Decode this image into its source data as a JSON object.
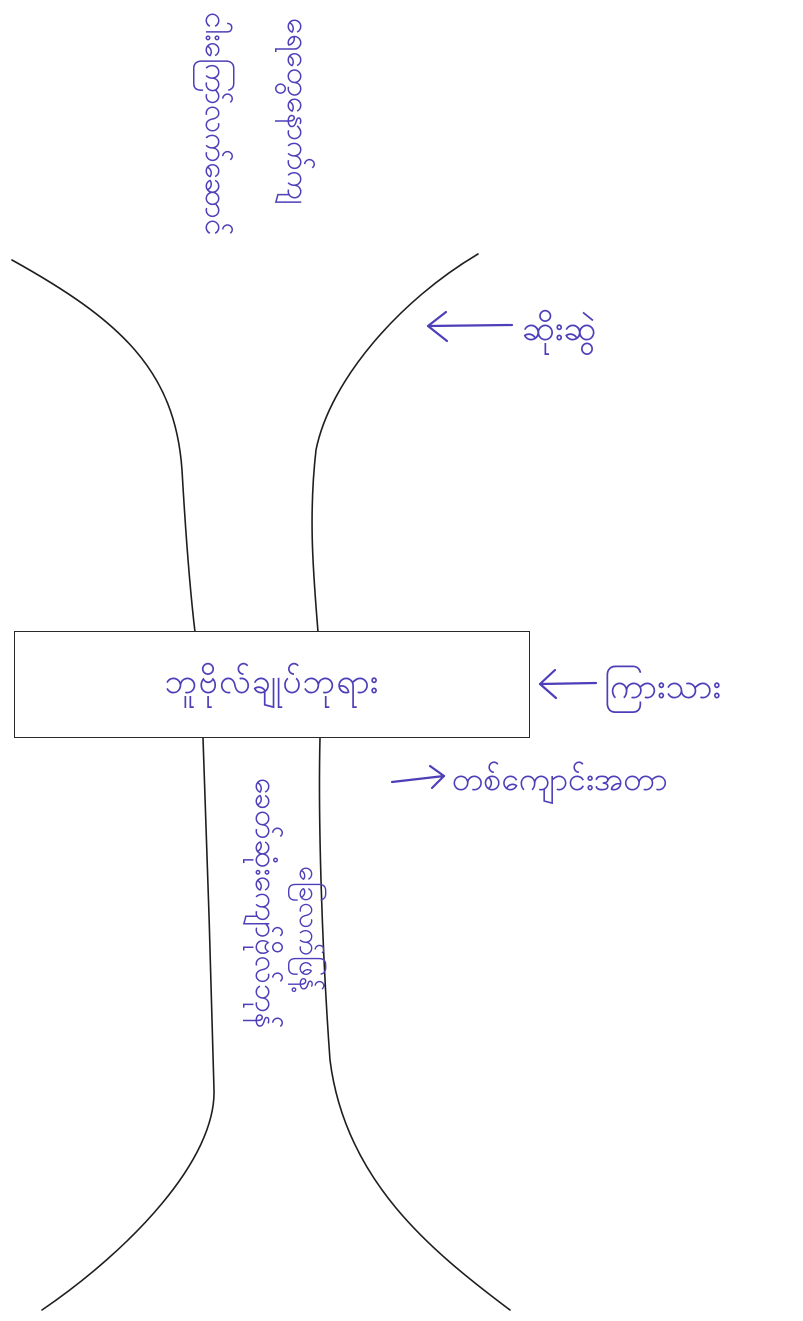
{
  "diagram": {
    "center_label": "ဘူဗိုလ်ချုပ်ဘုရား",
    "top_text_outer": "ရေတွေနောက်ကျ",
    "top_text_inner": "ငါးကြော်လက်ဆောင်",
    "bottom_text_outer": "ခေတ်ဆုံးကျော်ဗိုလ်ဘုန်",
    "bottom_text_inner": "ခြေလက်ဖြန့်",
    "right_label_top": "ဆိုးဆွဲ",
    "right_label_middle": "ကြားသား",
    "right_label_bottom": "တစ်ကျောင်းအတာ",
    "colors": {
      "ink": "#4d3fb8",
      "line": "#1e1e1e"
    }
  }
}
